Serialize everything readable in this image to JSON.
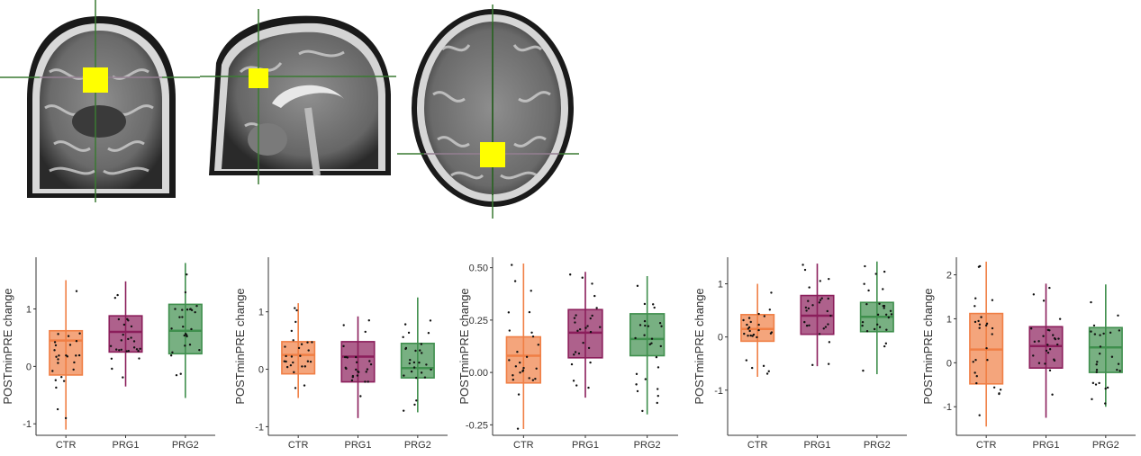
{
  "brain_views": [
    {
      "name": "coronal-view"
    },
    {
      "name": "sagittal-view"
    },
    {
      "name": "axial-view"
    }
  ],
  "chart_data": [
    {
      "type": "box",
      "ylabel": "POSTminPRE change",
      "categories": [
        "CTR",
        "PRG1",
        "PRG2"
      ],
      "ylim": [
        -1.2,
        1.9
      ],
      "yticks": [
        -1,
        0,
        1
      ],
      "yticklabels": [
        "-1",
        "0",
        "1"
      ],
      "boxes": [
        {
          "category": "CTR",
          "whisker_low": -1.1,
          "q1": -0.15,
          "median": 0.45,
          "q3": 0.62,
          "whisker_high": 1.5
        },
        {
          "category": "PRG1",
          "whisker_low": -0.35,
          "q1": 0.25,
          "median": 0.6,
          "q3": 0.88,
          "whisker_high": 1.48
        },
        {
          "category": "PRG2",
          "whisker_low": -0.55,
          "q1": 0.22,
          "median": 0.62,
          "q3": 1.08,
          "whisker_high": 1.8
        }
      ]
    },
    {
      "type": "box",
      "ylabel": "POSTminPRE change",
      "categories": [
        "CTR",
        "PRG1",
        "PRG2"
      ],
      "ylim": [
        -1.15,
        1.95
      ],
      "yticks": [
        -1,
        0,
        1
      ],
      "yticklabels": [
        "-1",
        "0",
        "1"
      ],
      "boxes": [
        {
          "category": "CTR",
          "whisker_low": -0.5,
          "q1": -0.08,
          "median": 0.25,
          "q3": 0.48,
          "whisker_high": 1.15
        },
        {
          "category": "PRG1",
          "whisker_low": -0.85,
          "q1": -0.22,
          "median": 0.22,
          "q3": 0.48,
          "whisker_high": 0.92
        },
        {
          "category": "PRG2",
          "whisker_low": -0.75,
          "q1": -0.15,
          "median": 0.02,
          "q3": 0.45,
          "whisker_high": 1.25
        }
      ]
    },
    {
      "type": "box",
      "ylabel": "POSTminPRE change",
      "categories": [
        "CTR",
        "PRG1",
        "PRG2"
      ],
      "ylim": [
        -0.3,
        0.55
      ],
      "yticks": [
        -0.25,
        0,
        0.25,
        0.5
      ],
      "yticklabels": [
        "-0.25",
        "0.00",
        "0.25",
        "0.50"
      ],
      "boxes": [
        {
          "category": "CTR",
          "whisker_low": -0.27,
          "q1": -0.05,
          "median": 0.08,
          "q3": 0.17,
          "whisker_high": 0.52
        },
        {
          "category": "PRG1",
          "whisker_low": -0.12,
          "q1": 0.07,
          "median": 0.19,
          "q3": 0.3,
          "whisker_high": 0.48
        },
        {
          "category": "PRG2",
          "whisker_low": -0.2,
          "q1": 0.08,
          "median": 0.16,
          "q3": 0.28,
          "whisker_high": 0.46
        }
      ]
    },
    {
      "type": "box",
      "ylabel": "POSTminPRE change",
      "categories": [
        "CTR",
        "PRG1",
        "PRG2"
      ],
      "ylim": [
        -1.85,
        1.5
      ],
      "yticks": [
        -1,
        0,
        1
      ],
      "yticklabels": [
        "-1",
        "0",
        "1"
      ],
      "boxes": [
        {
          "category": "CTR",
          "whisker_low": -0.75,
          "q1": -0.08,
          "median": 0.15,
          "q3": 0.42,
          "whisker_high": 1.0
        },
        {
          "category": "PRG1",
          "whisker_low": -0.55,
          "q1": 0.05,
          "median": 0.4,
          "q3": 0.78,
          "whisker_high": 1.38
        },
        {
          "category": "PRG2",
          "whisker_low": -0.7,
          "q1": 0.1,
          "median": 0.38,
          "q3": 0.65,
          "whisker_high": 1.42
        }
      ]
    },
    {
      "type": "box",
      "ylabel": "POSTminPRE change",
      "categories": [
        "CTR",
        "PRG1",
        "PRG2"
      ],
      "ylim": [
        -1.65,
        2.4
      ],
      "yticks": [
        -1,
        0,
        1,
        2
      ],
      "yticklabels": [
        "-1",
        "0",
        "1",
        "2"
      ],
      "boxes": [
        {
          "category": "CTR",
          "whisker_low": -1.45,
          "q1": -0.48,
          "median": 0.3,
          "q3": 1.12,
          "whisker_high": 2.3
        },
        {
          "category": "PRG1",
          "whisker_low": -1.25,
          "q1": -0.12,
          "median": 0.38,
          "q3": 0.82,
          "whisker_high": 1.8
        },
        {
          "category": "PRG2",
          "whisker_low": -1.0,
          "q1": -0.22,
          "median": 0.35,
          "q3": 0.8,
          "whisker_high": 1.78
        }
      ]
    }
  ],
  "colors": {
    "CTR": "#f07f45",
    "PRG1": "#8b1e5b",
    "PRG2": "#3f8f4d",
    "crosshair": "#3a7a32",
    "roi": "#ffff00"
  }
}
